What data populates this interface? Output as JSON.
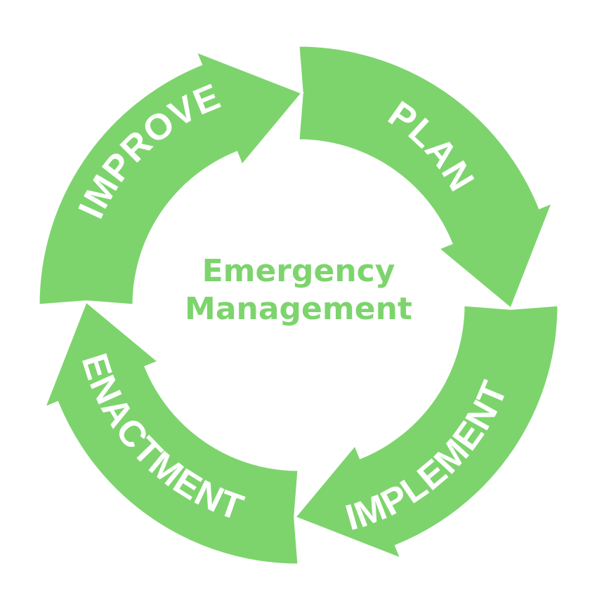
{
  "diagram": {
    "fill_color": "#7dd46d",
    "background": "#ffffff",
    "center_title": {
      "line1": "Emergency",
      "line2": "Management",
      "color": "#7dd46d"
    },
    "stages": [
      {
        "id": "plan",
        "label": "PLAN"
      },
      {
        "id": "implement",
        "label": "IMPLEMENT"
      },
      {
        "id": "enactment",
        "label": "ENACTMENT"
      },
      {
        "id": "improve",
        "label": "IMPROVE"
      }
    ],
    "flow": [
      "PLAN",
      "IMPLEMENT",
      "ENACTMENT",
      "IMPROVE"
    ]
  }
}
